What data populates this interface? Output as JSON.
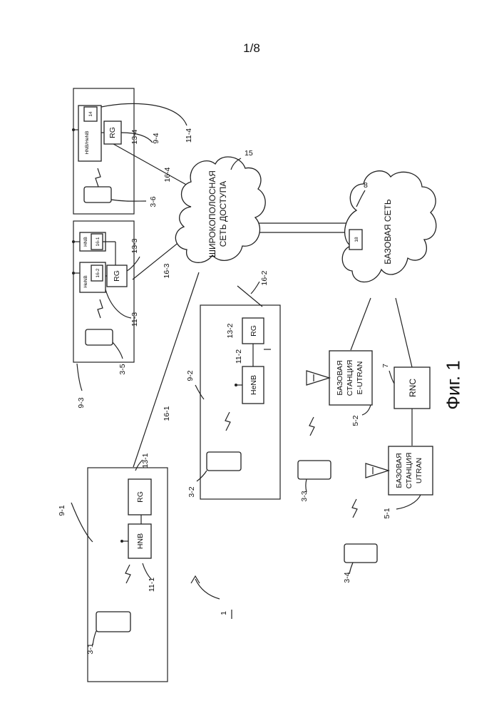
{
  "sheet": "1/8",
  "figure_caption": "Фиг. 1",
  "system_ref": "1",
  "clouds": {
    "access_network": {
      "line1": "ШИРОКОПОЛОСНАЯ",
      "line2": "СЕТЬ ДОСТУПА",
      "ref": "15"
    },
    "core_network": {
      "label": "БАЗОВАЯ СЕТЬ",
      "ref": "8",
      "inner_box": "18"
    }
  },
  "base_stations": {
    "eutran": {
      "line1": "БАЗОВАЯ",
      "line2": "СТАНЦИЯ",
      "line3": "E-UTRAN",
      "ref": "5-2"
    },
    "utran": {
      "line1": "БАЗОВАЯ",
      "line2": "СТАНЦИЯ",
      "line3": "UTRAN",
      "ref": "5-1"
    },
    "rnc": {
      "label": "RNC",
      "ref": "7"
    }
  },
  "premises": {
    "p1": {
      "ref": "9-1",
      "hnb": "HNB",
      "hnb_ref": "11-1",
      "rg": "RG",
      "rg_ref": "13-1",
      "ue_ref": "3-1",
      "link_ref": "16-1"
    },
    "p2": {
      "ref": "9-2",
      "henb": "HeNB",
      "henb_ref": "11-2",
      "rg": "RG",
      "rg_ref": "13-2",
      "ue_ref": "3-2",
      "link_ref": "16-2"
    },
    "p3": {
      "ref": "9-3",
      "hnb": "HNB",
      "hnb_sub": "16-1",
      "henb": "HeNB",
      "henb_sub": "16-2",
      "hnb_ref": "11-3",
      "rg": "RG",
      "rg_ref": "13-3",
      "ue_ref": "3-5",
      "link_ref": "16-3"
    },
    "p4": {
      "ref": "9-4",
      "hnb": "HNB/HeNB",
      "hnb_sub": "14",
      "hnb_ref": "11-4",
      "rg": "RG",
      "rg_ref": "13-4",
      "ue_ref": "3-6",
      "link_ref": "16-4"
    }
  },
  "mobiles": {
    "m3": "3-3",
    "m4": "3-4"
  }
}
